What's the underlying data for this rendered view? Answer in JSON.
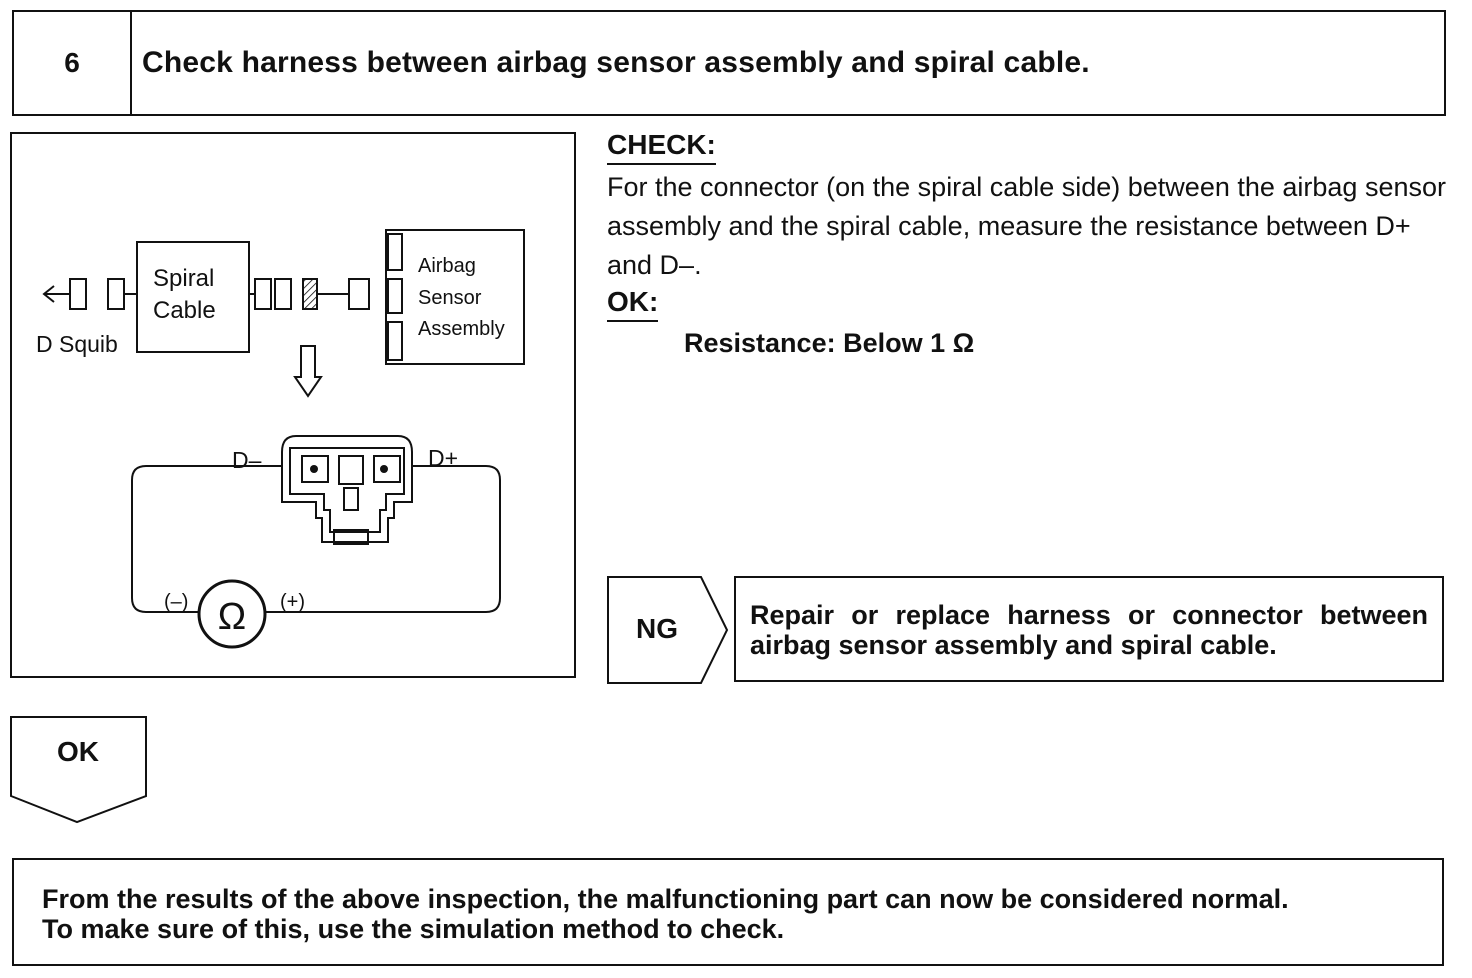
{
  "step": {
    "number": "6",
    "title": "Check harness between airbag sensor assembly and spiral cable."
  },
  "diagram": {
    "squib_label": "D Squib",
    "spiral_cable_line1": "Spiral",
    "spiral_cable_line2": "Cable",
    "sensor_line1": "Airbag",
    "sensor_line2": "Sensor",
    "sensor_line3": "Assembly",
    "terminal_minus": "D–",
    "terminal_plus": "D+",
    "meter_minus": "(–)",
    "meter_plus": "(+)",
    "meter_symbol": "Ω"
  },
  "check": {
    "heading": "CHECK:",
    "text": "For the connector (on the spiral cable side) between the airbag sensor assembly and the spiral cable, measure the resistance between D+ and D–.",
    "ok_heading": "OK:",
    "spec": "Resistance: Below 1 Ω"
  },
  "ng": {
    "label": "NG",
    "action": "Repair or replace harness or connector between airbag sensor assembly and spiral cable."
  },
  "ok": {
    "label": "OK"
  },
  "result": {
    "line1": "From the results of the above inspection, the malfunctioning part can now be considered normal.",
    "line2": "To make sure of this, use the simulation method to check."
  }
}
